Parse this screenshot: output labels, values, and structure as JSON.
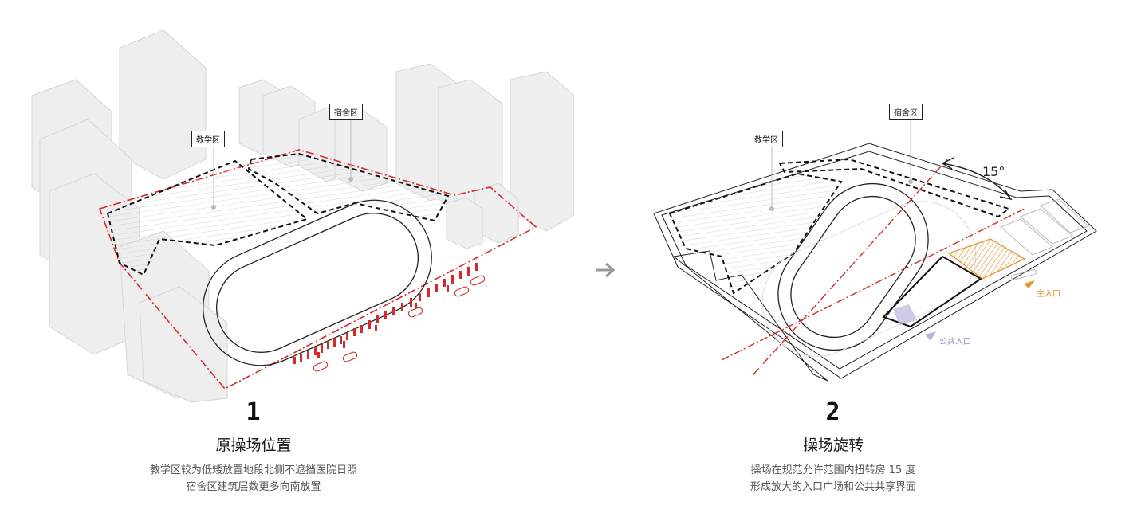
{
  "panels": [
    {
      "number": "1",
      "title": "原操场位置",
      "desc_lines": [
        "教学区较为低矮放置地段北侧不遮挡医院日照",
        "宿舍区建筑层数更多向南放置"
      ],
      "tags": {
        "teaching": "教学区",
        "dorm": "宿舍区"
      }
    },
    {
      "number": "2",
      "title": "操场旋转",
      "desc_lines": [
        "操场在规范允许范围内扭转房 15 度",
        "形成放大的入口广场和公共共享界面"
      ],
      "tags": {
        "teaching": "教学区",
        "dorm": "宿舍区"
      },
      "angle": "15°",
      "main_entrance": "主入口",
      "public_entrance": "公共入口"
    }
  ],
  "colors": {
    "red_boundary": "#d42a2a",
    "orange_plaza": "#e8952e",
    "purple_zone": "#b8b5dc",
    "building_fill": "#eeeeee",
    "arrow": "#999999"
  },
  "icons": {
    "transition": "arrow-right-icon"
  }
}
